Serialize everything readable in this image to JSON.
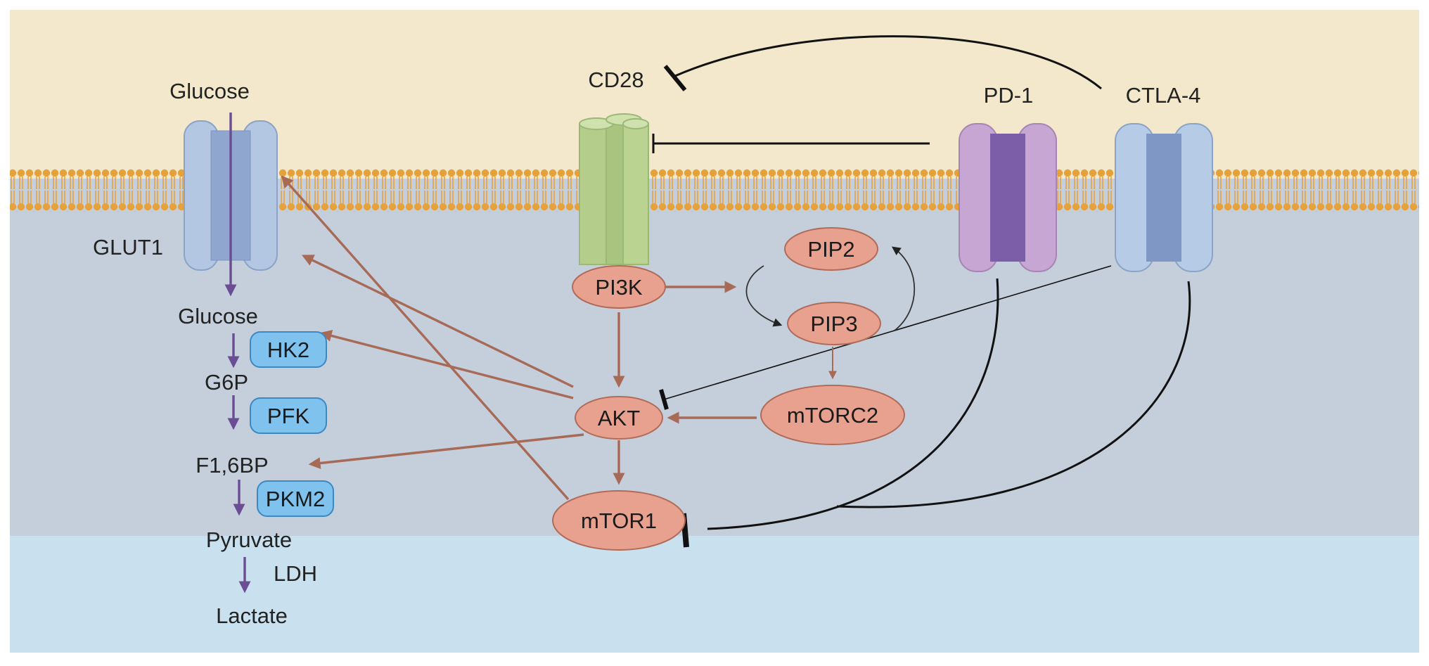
{
  "colors": {
    "extracellular": "#f3e8cc",
    "cytoplasm": "#c5cfdc",
    "nucleus_zone": "#c9e0ee",
    "membrane": "#e8a23a",
    "activation_arrow": "#a76a57",
    "glycolysis_arrow": "#6a4d93",
    "node_fill": "#e9a18f",
    "node_stroke": "#b06b59",
    "enzyme_fill": "#7fc2ee",
    "enzyme_stroke": "#3d87c2",
    "glut1": "#b3c7e2",
    "cd28": "#b4cd8b",
    "pd1_outer": "#c8a6d3",
    "pd1_inner": "#7b5ea7",
    "ctla4_outer": "#b6cbe6",
    "ctla4_inner": "#7f97c5"
  },
  "receptors": {
    "glut1": "GLUT1",
    "cd28": "CD28",
    "pd1": "PD-1",
    "ctla4": "CTLA-4"
  },
  "metabolites": {
    "glucose_out": "Glucose",
    "glucose_in": "Glucose",
    "g6p": "G6P",
    "f16bp": "F1,6BP",
    "pyruvate": "Pyruvate",
    "lactate": "Lactate"
  },
  "enzymes": {
    "hk2": "HK2",
    "pfk": "PFK",
    "pkm2": "PKM2",
    "ldh": "LDH"
  },
  "signaling": {
    "pi3k": "PI3K",
    "pip2": "PIP2",
    "pip3": "PIP3",
    "akt": "AKT",
    "mtorc2": "mTORC2",
    "mtor1": "mTOR1"
  }
}
